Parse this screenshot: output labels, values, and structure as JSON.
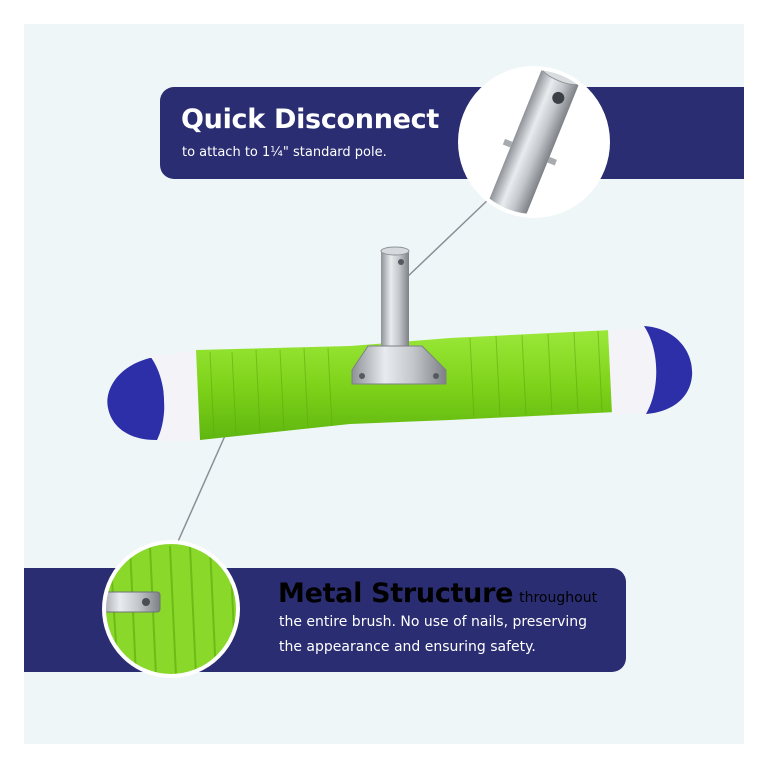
{
  "features": {
    "top": {
      "title": "Quick Disconnect",
      "subtitle": "to attach to 1¼\" standard pole."
    },
    "bottom": {
      "title": "Metal Structure",
      "title_tail": "throughout",
      "line2": "the entire brush. No use of nails, preserving",
      "line3": "the appearance and ensuring safety."
    }
  },
  "colors": {
    "banner": "#2a2d72",
    "background": "#eef6f8",
    "bristle_green": "#7fd31a",
    "bristle_blue": "#2c2fa8",
    "bristle_white": "#f4f4f8",
    "metal": "#b9bcc0"
  }
}
